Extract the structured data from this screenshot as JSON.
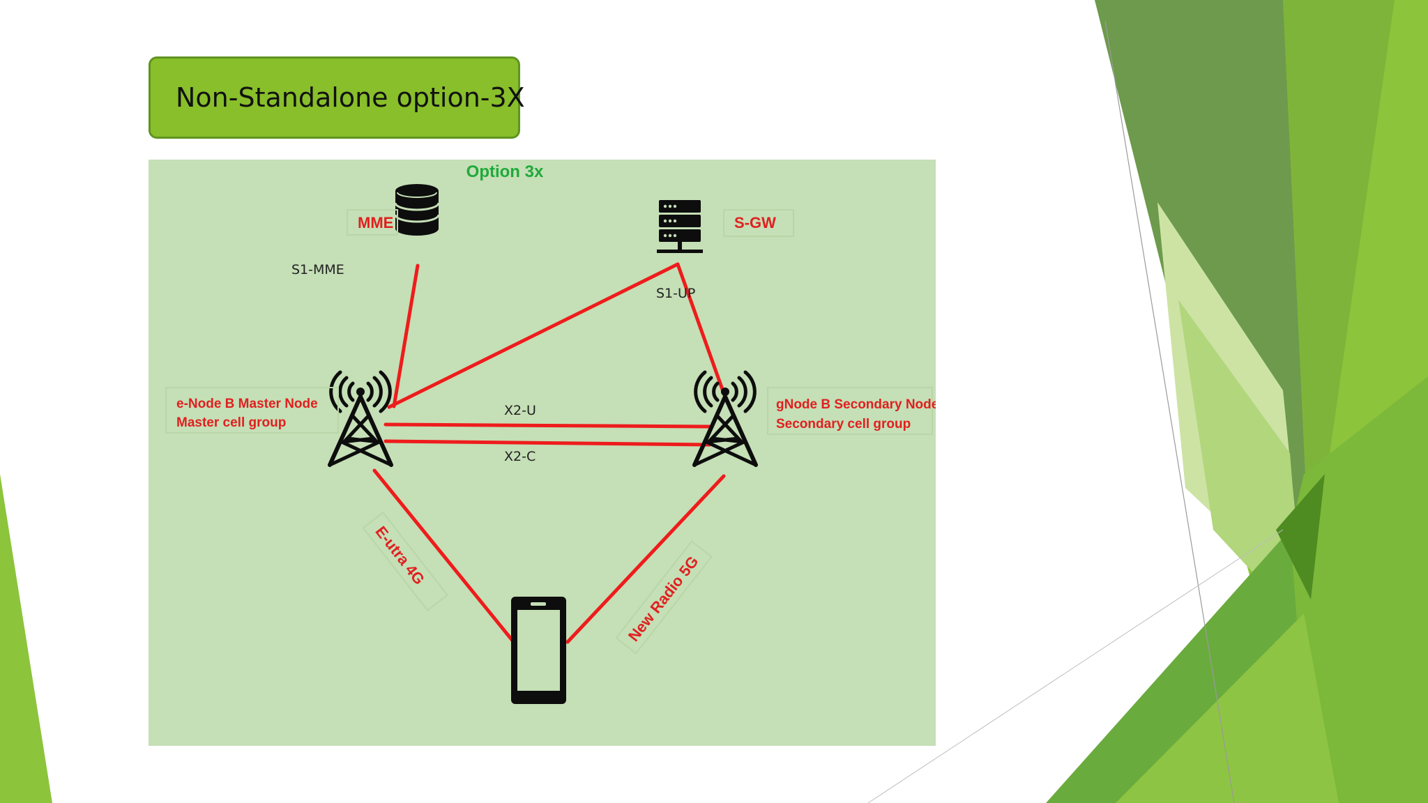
{
  "slide": {
    "title": "Non-Standalone option-3X",
    "colors": {
      "title_fill": "#88bf2a",
      "title_border": "#5f9420",
      "diagram_background": "#c5dfb6",
      "link": "#ee1c1c",
      "label_red": "#e02020",
      "heading_green": "#1faa3c"
    }
  },
  "diagram": {
    "heading": "Option 3x",
    "nodes": {
      "mme": {
        "label": "MME",
        "icon": "database-icon"
      },
      "sgw": {
        "label": "S-GW",
        "icon": "server-icon"
      },
      "enb": {
        "line1": "e-Node B Master Node",
        "line2": "Master cell group",
        "icon": "cell-tower-icon"
      },
      "gnb": {
        "line1": "gNode B Secondary Node",
        "line2": "Secondary cell group",
        "icon": "cell-tower-icon"
      },
      "ue": {
        "icon": "smartphone-icon"
      }
    },
    "interfaces": {
      "s1_mme": "S1-MME",
      "s1_up": "S1-UP",
      "x2_u": "X2-U",
      "x2_c": "X2-C",
      "eutra": "E-utra 4G",
      "nr": "New Radio 5G"
    }
  }
}
